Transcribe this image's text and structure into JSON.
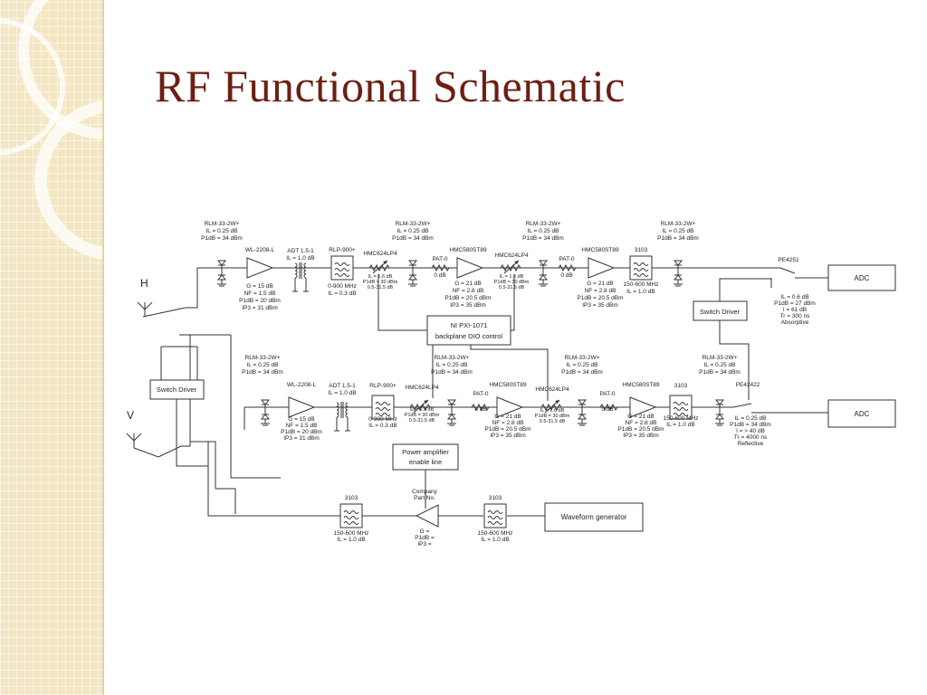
{
  "title": "RF Functional Schematic",
  "colors": {
    "title": "#6b1f12",
    "sidebar": "#f3e6c3",
    "wire": "#333333"
  },
  "h_chain": {
    "antenna": "H",
    "lim1": {
      "part": "RLM-33-2W+",
      "il": "IL = 0.25 dB",
      "p1db": "P1dB = 34 dBm"
    },
    "lna": {
      "part": "WL-2208-L",
      "g": "G = 15 dB",
      "nf": "NF = 1.5 dB",
      "p1db": "P1dB = 20 dBm",
      "ip3": "IP3 = 31 dBm"
    },
    "balun": {
      "part": "ADT 1.5-1",
      "il": "IL = 1.0 dB"
    },
    "lpf": {
      "part": "RLP-900+",
      "range": "0-900 MHz",
      "il": "IL = 0.3 dB"
    },
    "att1": {
      "part": "HMC624LP4",
      "il": "IL = 1.6 dB",
      "p1db": "P1dB = 30 dBm",
      "range": "0.5-31.5 dB"
    },
    "lim2": {
      "part": "RLM-33-2W+",
      "il": "IL = 0.25 dB",
      "p1db": "P1dB = 34 dBm"
    },
    "pad1": {
      "part": "PAT-0",
      "val": "0 dB"
    },
    "amp1": {
      "part": "HMC580ST89",
      "g": "G = 21 dB",
      "nf": "NF = 2.8 dB",
      "p1db": "P1dB = 20.5 dBm",
      "ip3": "IP3 = 35 dBm"
    },
    "att2": {
      "part": "HMC624LP4",
      "il": "IL = 1.6 dB",
      "p1db": "P1dB = 30 dBm",
      "range": "0.5-31.5 dB"
    },
    "lim3": {
      "part": "RLM-33-2W+",
      "il": "IL = 0.25 dB",
      "p1db": "P1dB = 34 dBm"
    },
    "pad2": {
      "part": "PAT-0",
      "val": "0 dB"
    },
    "amp2": {
      "part": "HMC580ST89",
      "g": "G = 21 dB",
      "nf": "NF = 2.8 dB",
      "p1db": "P1dB = 20.5 dBm",
      "ip3": "IP3 = 35 dBm"
    },
    "bpf": {
      "part": "3103",
      "range": "150-600 MHz",
      "il": "IL = 1.0 dB"
    },
    "lim4": {
      "part": "RLM-33-2W+",
      "il": "IL = 0.25 dB",
      "p1db": "P1dB = 34 dBm"
    },
    "switch": {
      "part": "PE4251",
      "il": "IL = 0.6 dB",
      "p1db": "P1dB = 27 dBm",
      "i": "I = 61 dB",
      "tr": "Tr = 300 ns",
      "type": "Absorptive"
    },
    "adc": "ADC"
  },
  "v_chain": {
    "antenna": "V",
    "lim1": {
      "part": "RLM-33-2W+",
      "il": "IL = 0.25 dB",
      "p1db": "P1dB = 34 dBm"
    },
    "lna": {
      "part": "WL-2208-L",
      "g": "G = 15 dB",
      "nf": "NF = 1.5 dB",
      "p1db": "P1dB = 20 dBm",
      "ip3": "IP3 = 31 dBm"
    },
    "balun": {
      "part": "ADT 1.5-1",
      "il": "IL = 1.0 dB"
    },
    "lpf": {
      "part": "RLP-900+",
      "range": "0-900 MHz",
      "il": "IL = 0.3 dB"
    },
    "att1": {
      "part": "HMC624LP4",
      "il": "IL = 1.6 dB",
      "p1db": "P1dB = 30 dBm",
      "range": "0.5-31.5 dB"
    },
    "lim2": {
      "part": "RLM-33-2W+",
      "il": "IL = 0.25 dB",
      "p1db": "P1dB = 34 dBm"
    },
    "pad1": {
      "part": "PAT-0",
      "val": "0 dB"
    },
    "amp1": {
      "part": "HMC580ST89",
      "g": "G = 21 dB",
      "nf": "NF = 2.8 dB",
      "p1db": "P1dB = 20.5 dBm",
      "ip3": "IP3 = 35 dBm"
    },
    "att2": {
      "part": "HMC624LP4",
      "il": "IL = 1.6 dB",
      "p1db": "P1dB = 30 dBm",
      "range": "0.5-31.5 dB"
    },
    "lim3": {
      "part": "RLM-33-2W+",
      "il": "IL = 0.25 dB",
      "p1db": "P1dB = 34 dBm"
    },
    "pad2": {
      "part": "PAT-0",
      "val": "0 dB"
    },
    "amp2": {
      "part": "HMC580ST89",
      "g": "G = 21 dB",
      "nf": "NF = 2.8 dB",
      "p1db": "P1dB = 20.5 dBm",
      "ip3": "IP3 = 35 dBm"
    },
    "bpf": {
      "part": "3103",
      "range": "150-600 MHz",
      "il": "IL = 1.0 dB"
    },
    "lim4": {
      "part": "RLM-33-2W+",
      "il": "IL = 0.25 dB",
      "p1db": "P1dB = 34 dBm"
    },
    "switch": {
      "part": "PE42422",
      "il": "IL = 0.25 dB",
      "p1db": "P1dB = 34 dBm",
      "i": "I = > 40 dB",
      "tr": "Tr = 4000 ns",
      "type": "Reflective"
    },
    "adc": "ADC"
  },
  "switch_driver_left": "Switch Driver",
  "switch_driver_right": "Switch Driver",
  "dio_box": {
    "line1": "NI PXI-1071",
    "line2": "backplane DIO control"
  },
  "pa_enable": {
    "line1": "Power amplifier",
    "line2": "enable line"
  },
  "tx_chain": {
    "bpf_left": {
      "part": "3103",
      "range": "150-600 MHz",
      "il": "IL = 1.0 dB"
    },
    "pa": {
      "part1": "Company",
      "part2": "Part No.",
      "g": "G =",
      "p1db": "P1dB =",
      "ip3": "IP3 ="
    },
    "bpf_right": {
      "part": "3103",
      "range": "150-600 MHz",
      "il": "IL = 1.0 dB"
    },
    "wavegen": "Waveform generator"
  }
}
